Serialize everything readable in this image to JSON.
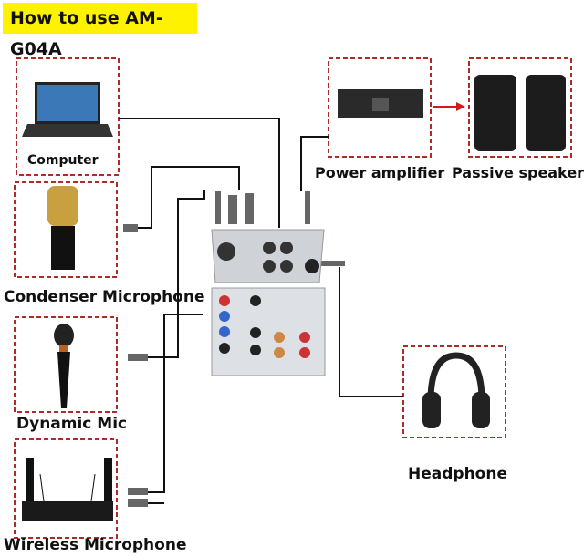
{
  "title": "How to use AM-G04A",
  "devices": {
    "computer": "Computer",
    "condenser": "Condenser Microphone",
    "dynamic": "Dynamic Mic",
    "wireless": "Wireless Microphone",
    "amplifier": "Power amplifier",
    "speaker": "Passive speaker",
    "headphone": "Headphone"
  },
  "colors": {
    "title_bg": "#fff200",
    "box_border": "#b02a2a",
    "arrow": "#d21a1a"
  }
}
